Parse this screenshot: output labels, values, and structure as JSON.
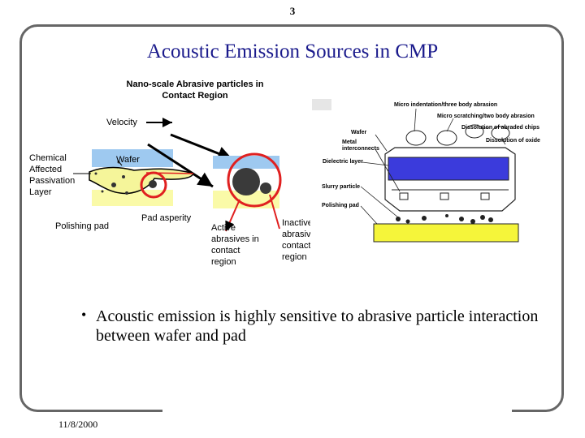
{
  "page_number": "3",
  "title": "Acoustic Emission Sources in CMP",
  "subtitle": "Nano-scale Abrasive particles in Contact Region",
  "left_diagram": {
    "velocity_label": "Velocity",
    "chemical_label": "Chemical Affected Passivation Layer",
    "wafer_label": "Wafer",
    "polishing_pad_label": "Polishing pad",
    "pad_asperity_label": "Pad asperity",
    "active_label": "Active abrasives in contact region",
    "inactive_label": "Inactive abrasives in contact region"
  },
  "right_diagram": {
    "labels": {
      "micro_indentation": "Micro indentation/three body abrasion",
      "micro_scratching": "Micro scratching/two body abrasion",
      "dissolution_chips": "Dissolution of abraded chips",
      "dissolution_oxide": "Dissolution of oxide",
      "wafer": "Wafer",
      "metal_interconnects": "Metal interconnects",
      "dielectric_layer": "Dielectric layer",
      "slurry_particle": "Slurry particle",
      "polishing_pad": "Polishing pad"
    },
    "colors": {
      "wafer": "#3b3bdc",
      "pad": "#f5f53a"
    }
  },
  "bullet": "Acoustic emission is highly sensitive to abrasive particle interaction between wafer and pad",
  "footer_date": "11/8/2000",
  "colors": {
    "title": "#1a1a8c",
    "annotation": "#e02020",
    "wafer_light": "#9ec9f0",
    "pad_light": "#fafaa8"
  }
}
